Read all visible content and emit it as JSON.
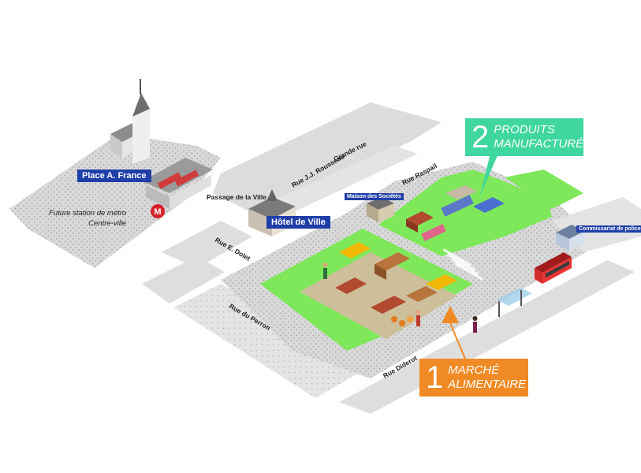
{
  "places": {
    "place_france": "Place A. France",
    "hotel_de_ville": "Hôtel de Ville",
    "maison_societes": "Maison des Sociétés",
    "commissariat": "Commissariat de police"
  },
  "metro": {
    "badge": "M",
    "line1": "Future station de  métro",
    "line2": "Centre-ville"
  },
  "streets": {
    "grande_rue": "Grande rue",
    "passage_ville": "Passage de la Ville",
    "rue_rousseau": "Rue J.J. Rousseau",
    "rue_raspail": "Rue Raspail",
    "rue_dolet": "Rue E. Dolet",
    "rue_perron": "Rue du Perron",
    "rue_diderot": "Rue Diderot"
  },
  "callouts": {
    "produits": {
      "number": "2",
      "line1": "PRODUITS",
      "line2": "MANUFACTURÉS",
      "color": "#3fd6a0"
    },
    "marche": {
      "number": "1",
      "line1": "MARCHÉ",
      "line2": "ALIMENTAIRE",
      "color": "#f08a24"
    }
  },
  "colors": {
    "grass": "#7ee85a",
    "sidewalk": "#d5d5d5",
    "road": "#f2f2f2",
    "market_ground": "#cdbf9a",
    "label_blue": "#1f3ea8"
  }
}
